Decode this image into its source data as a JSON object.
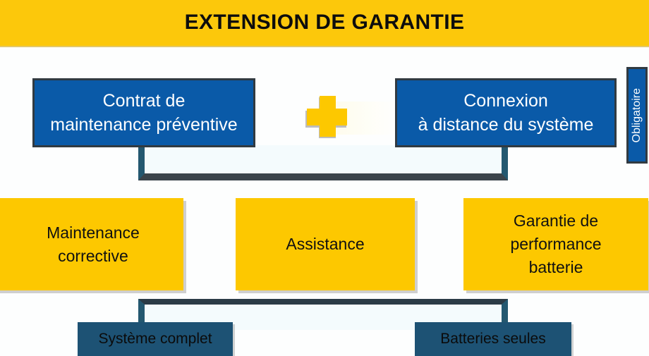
{
  "header": {
    "title": "EXTENSION DE GARANTIE",
    "background_color": "#fcc80b",
    "text_color": "#0d0d0d"
  },
  "colors": {
    "yellow": "#fdc800",
    "blue": "#0a5aa8",
    "dark_teal": "#1d5274",
    "bracket": "#245870",
    "page_background": "#fdfefe"
  },
  "top_row": {
    "left_box": {
      "line1": "Contrat de",
      "line2": "maintenance préventive",
      "fill": "#0a5aa8",
      "text_color": "#ffffff"
    },
    "operator": {
      "symbol": "plus-sign",
      "label": "+"
    },
    "right_box": {
      "line1": "Connexion",
      "line2": "à distance du système",
      "fill": "#0a5aa8",
      "text_color": "#ffffff"
    },
    "side_tab": {
      "label": "Obligatoire",
      "fill": "#0a5aa8",
      "text_color": "#ffffff",
      "orientation": "vertical-bottom-to-top"
    }
  },
  "middle_row": {
    "boxes": [
      {
        "line1": "Maintenance",
        "line2": "corrective",
        "line3": "",
        "fill": "#fdc800"
      },
      {
        "line1": "Assistance",
        "line2": "",
        "line3": "",
        "fill": "#fdc800"
      },
      {
        "line1": "Garantie de",
        "line2": "performance",
        "line3": "batterie",
        "fill": "#fdc800"
      }
    ]
  },
  "bottom_row": {
    "boxes": [
      {
        "label": "Système complet",
        "fill": "#1d5274",
        "text_color": "#0b0b0b"
      },
      {
        "label": "Batteries seules",
        "fill": "#1d5274",
        "text_color": "#0b0b0b"
      }
    ]
  }
}
